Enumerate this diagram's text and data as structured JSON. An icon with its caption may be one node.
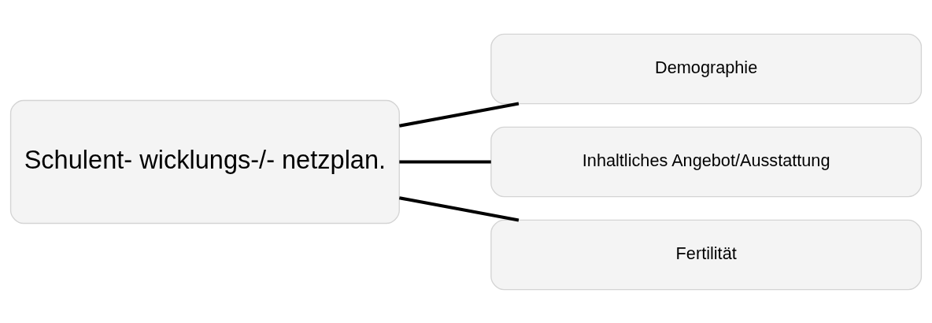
{
  "diagram": {
    "nodes": [
      {
        "text": [
          "Schulent- wicklungs-/- netzplan."
        ]
      },
      {
        "text": [
          "Demographie"
        ]
      },
      {
        "text": [
          "Inhaltliches Angebot/Ausstattung"
        ]
      },
      {
        "text": [
          "Fertilität"
        ]
      }
    ],
    "edges": [
      {
        "from": 0,
        "to": 1,
        "arrow": "none"
      },
      {
        "from": 0,
        "to": 2,
        "arrow": "none"
      },
      {
        "from": 0,
        "to": 3,
        "arrow": "none"
      }
    ]
  }
}
